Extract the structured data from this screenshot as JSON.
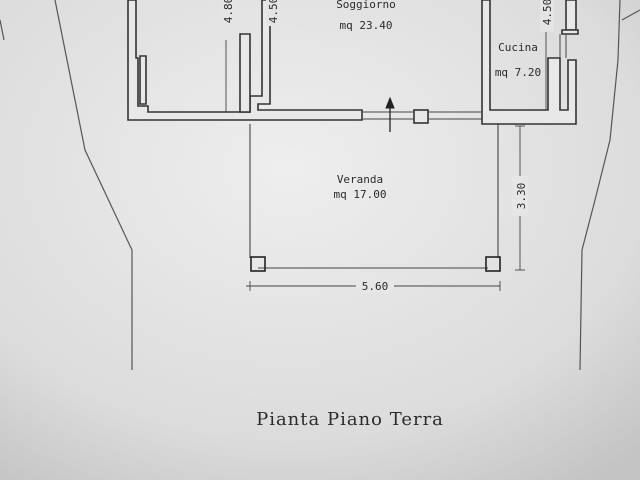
{
  "plan": {
    "title": "Pianta Piano Terra",
    "rooms": {
      "soggiorno": {
        "name": "Soggiorno",
        "area": "mq 23.40"
      },
      "cucina": {
        "name": "Cucina",
        "area": "mq 7.20"
      },
      "veranda": {
        "name": "Veranda",
        "area": "mq 17.00"
      }
    },
    "dimensions": {
      "left_room_height": "4.80",
      "mid_height": "4.50",
      "cucina_height": "4.50",
      "veranda_depth": "3.30",
      "veranda_width": "5.60"
    }
  }
}
